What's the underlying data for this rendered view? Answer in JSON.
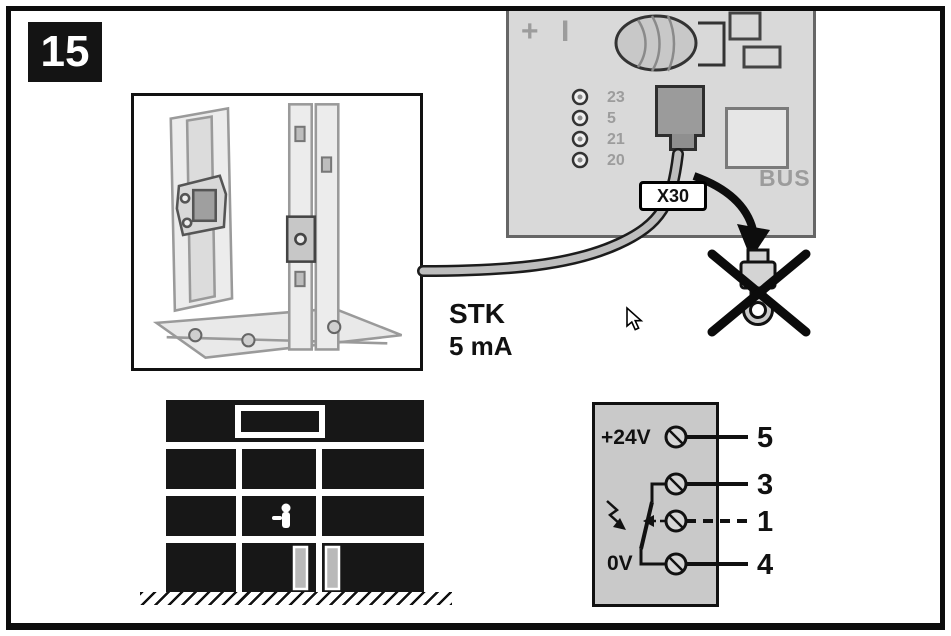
{
  "page": {
    "figure_number": "15"
  },
  "board": {
    "polarity_plus": "+",
    "polarity_minus": "I",
    "terminal_labels": [
      "23",
      "5",
      "21",
      "20"
    ],
    "connector_label": "X30",
    "bus_label": "BUS"
  },
  "contact": {
    "label": "STK",
    "current": "5 mA"
  },
  "wiring": {
    "plus_label": "+24V",
    "zero_label": "0V",
    "pin_labels": [
      "5",
      "3",
      "1",
      "4"
    ]
  },
  "colors": {
    "board_gray": "#d9d9d9",
    "panel_gray": "#c9c9c9",
    "muted_label": "#9c9c9c",
    "ink": "#111111"
  }
}
